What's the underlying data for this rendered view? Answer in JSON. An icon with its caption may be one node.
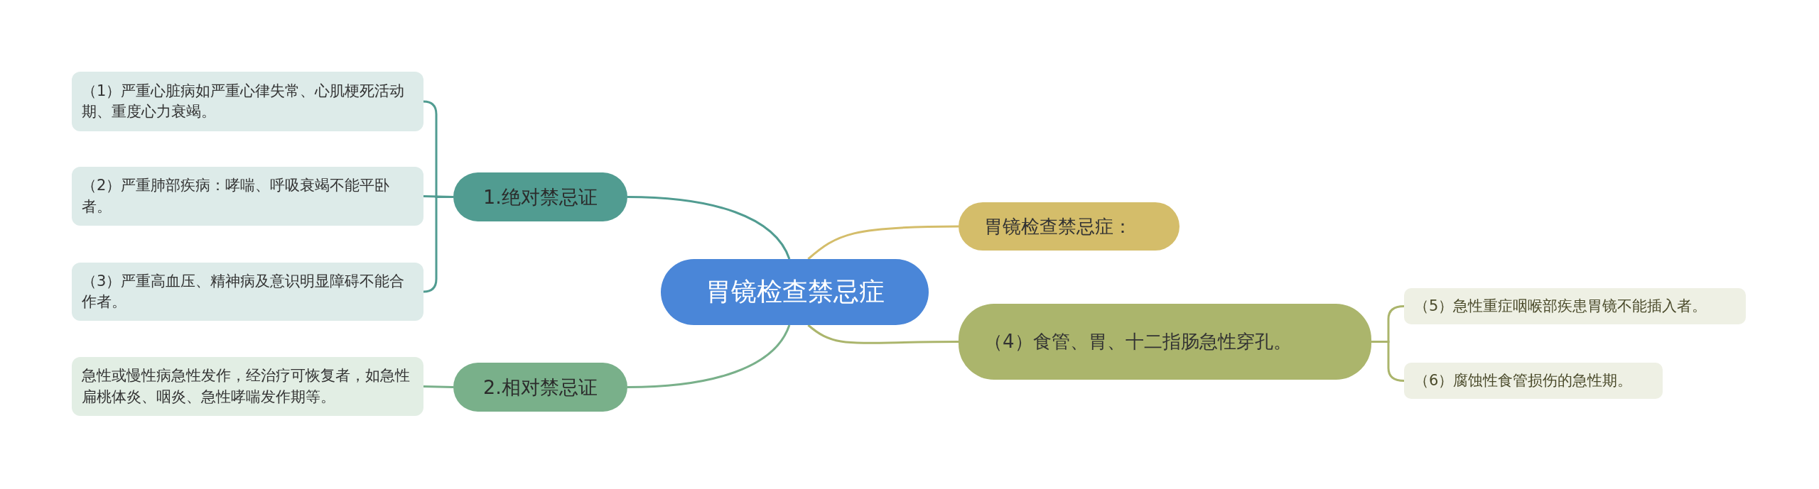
{
  "diagram": {
    "nodes": [
      {
        "text": [
          "胃镜检查禁忌症"
        ]
      },
      {
        "text": [
          "1.绝对禁忌证"
        ]
      },
      {
        "text": [
          "（1）严重心脏病如严重心律失常、心肌梗死活动期、重度心力衰竭。"
        ]
      },
      {
        "text": [
          "（2）严重肺部疾病：哮喘、呼吸衰竭不能平卧者。"
        ]
      },
      {
        "text": [
          "（3）严重高血压、精神病及意识明显障碍不能合作者。"
        ]
      },
      {
        "text": [
          "2.相对禁忌证"
        ]
      },
      {
        "text": [
          "急性或慢性病急性发作，经治疗可恢复者，如急性扁桃体炎、咽炎、急性哮喘发作期等。"
        ]
      },
      {
        "text": [
          "胃镜检查禁忌症："
        ]
      },
      {
        "text": [
          "（4）食管、胃、十二指肠急性穿孔。"
        ]
      },
      {
        "text": [
          "（5）急性重症咽喉部疾患胃镜不能插入者。"
        ]
      },
      {
        "text": [
          "（6）腐蚀性食管损伤的急性期。"
        ]
      }
    ],
    "edges": [
      {
        "from": 0,
        "to": 1,
        "arrow": "none",
        "color": "#519c91"
      },
      {
        "from": 1,
        "to": 2,
        "arrow": "none",
        "color": "#519c91"
      },
      {
        "from": 1,
        "to": 3,
        "arrow": "none",
        "color": "#519c91"
      },
      {
        "from": 1,
        "to": 4,
        "arrow": "none",
        "color": "#519c91"
      },
      {
        "from": 0,
        "to": 5,
        "arrow": "none",
        "color": "#79b08a"
      },
      {
        "from": 5,
        "to": 6,
        "arrow": "none",
        "color": "#79b08a"
      },
      {
        "from": 0,
        "to": 7,
        "arrow": "none",
        "color": "#d4bd6a"
      },
      {
        "from": 0,
        "to": 8,
        "arrow": "none",
        "color": "#abb56c"
      },
      {
        "from": 8,
        "to": 9,
        "arrow": "none",
        "color": "#abb56c"
      },
      {
        "from": 8,
        "to": 10,
        "arrow": "none",
        "color": "#abb56c"
      }
    ]
  }
}
